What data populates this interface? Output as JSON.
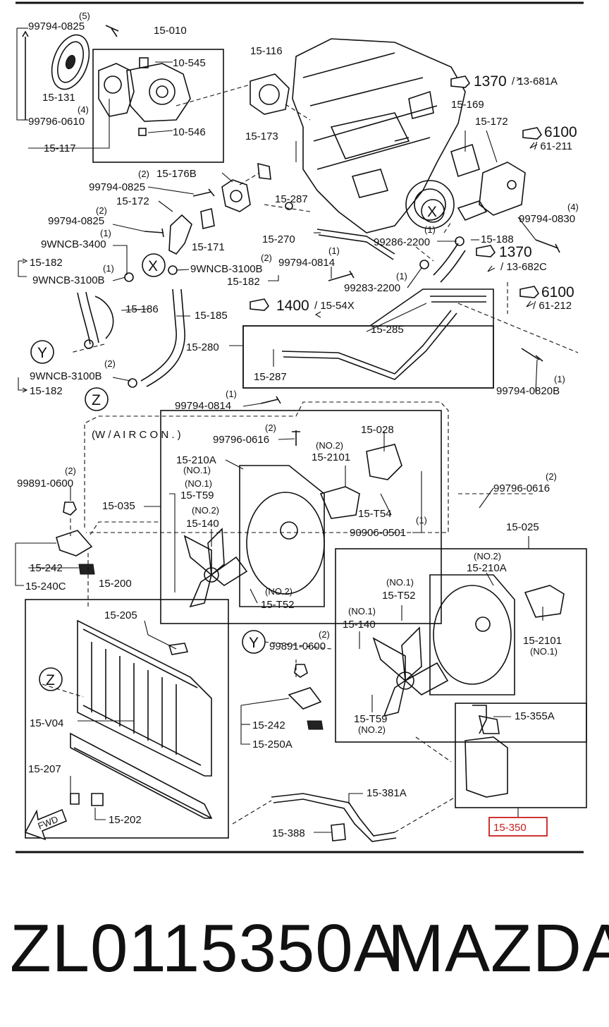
{
  "labels": {
    "a01": "99794-0825",
    "a02": "(5)",
    "a03": "15-010",
    "a04": "10-545",
    "a05": "15-131",
    "a06": "(4)",
    "a07": "99796-0610",
    "a08": "10-546",
    "a09": "15-117",
    "a10": "15-116",
    "a11": "1370",
    "a12": "/ 13-681A",
    "a13": "15-169",
    "a14": "15-172",
    "a15": "6100",
    "a16": "/ 61-211",
    "a17": "15-173",
    "a18": "(2)",
    "a19": "15-176B",
    "a20": "99794-0825",
    "a21": "15-287",
    "a22": "15-172",
    "a23": "(2)",
    "a24": "99794-0825",
    "a25": "(1)",
    "a26": "9WNCB-3400",
    "a27": "15-171",
    "a28": "15-270",
    "a29": "99286-2200",
    "a30": "(1)",
    "a31": "15-188",
    "a32": "99794-0830",
    "a33": "(4)",
    "a34": "1370",
    "a35": "/ 13-682C",
    "a36": "15-182",
    "a37": "(1)",
    "a38": "9WNCB-3100B",
    "a39": "9WNCB-3100B",
    "a40": "(2)",
    "a41": "15-182",
    "a42": "99794-0814",
    "a43": "(1)",
    "a44": "99283-2200",
    "a45": "(1)",
    "a46": "1400",
    "a47": "/ 15-54X",
    "a48": "6100",
    "a49": "/ 61-212",
    "a50": "15-186",
    "a51": "15-185",
    "a52": "15-285",
    "a53": "15-280",
    "a54": "15-287",
    "a55": "9WNCB-3100B",
    "a56": "(2)",
    "a57": "15-182",
    "a58": "99794-0820B",
    "a59": "(1)",
    "a60": "99794-0814",
    "a61": "(1)",
    "a62": "(W / A I R   C O N . )",
    "a63": "99796-0616",
    "a64": "(2)",
    "a65": "15-028",
    "a66": "(NO.2)",
    "a67": "15-2101",
    "a68": "15-210A",
    "a69": "(NO.1)",
    "a70": "99891-0600",
    "a71": "(2)",
    "a72": "(NO.1)",
    "a73": "15-T59",
    "a74": "15-035",
    "a75": "(NO.2)",
    "a76": "15-140",
    "a77": "15-T54",
    "a78": "(1)",
    "a79": "90906-0501",
    "a80": "99796-0616",
    "a81": "(2)",
    "a82": "15-025",
    "a83": "15-242",
    "a84": "15-240C",
    "a85": "(NO.2)",
    "a86": "15-T52",
    "a87": "15-200",
    "a88": "(NO.2)",
    "a89": "15-210A",
    "a90": "(NO.1)",
    "a91": "15-T52",
    "a92": "15-205",
    "a93": "(NO.1)",
    "a94": "15-140",
    "a95": "99891-0600",
    "a96": "(2)",
    "a97": "15-2101",
    "a98": "(NO.1)",
    "a99": "15-V04",
    "b01": "15-242",
    "b02": "15-250A",
    "b03": "15-T59",
    "b04": "(NO.2)",
    "b05": "15-355A",
    "b06": "15-207",
    "b07": "15-202",
    "b08": "15-381A",
    "b09": "15-388",
    "b10": "15-350",
    "b11": "FWD",
    "m1": "X",
    "m2": "X",
    "m3": "Y",
    "m4": "Z",
    "m5": "Y",
    "m6": "Z"
  },
  "footer": {
    "part_number": "ZL0115350A",
    "brand": "MAZDA"
  },
  "colors": {
    "highlight": "#c81e1e",
    "ink": "#111111",
    "background": "#ffffff"
  }
}
